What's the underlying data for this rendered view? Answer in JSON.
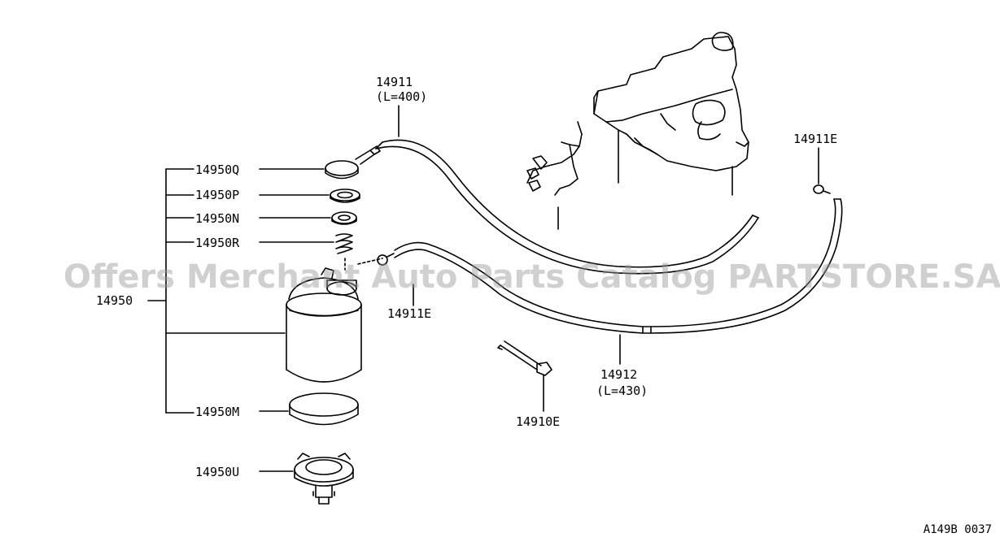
{
  "labels": {
    "p14911": "14911",
    "p14911_len": "(L=400)",
    "p14911E_top": "14911E",
    "p14950Q": "14950Q",
    "p14950P": "14950P",
    "p14950N": "14950N",
    "p14950R": "14950R",
    "p14950": "14950",
    "p14911E_mid": "14911E",
    "p14912": "14912",
    "p14912_len": "(L=430)",
    "p14910E": "14910E",
    "p14950M": "14950M",
    "p14950U": "14950U"
  },
  "watermark": "Offers Merchant Auto Parts Catalog PARTSTORE.SA",
  "diagram_code": "A149B 0037"
}
